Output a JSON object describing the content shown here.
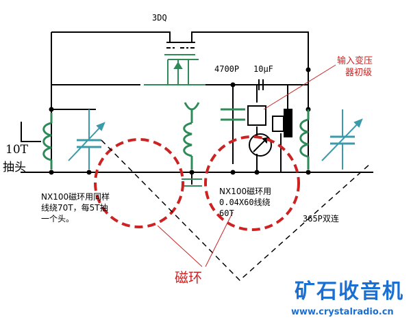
{
  "labels": {
    "transistor": "3DQ",
    "cap_4700": "4700P",
    "cap_10uf": "10μF",
    "transformer_line1": "输入变压",
    "transformer_line2": "器初级",
    "tap_line1": "10T",
    "tap_line2": "抽头",
    "left_note_line1": "NX100磁环用同样",
    "left_note_line2": "线绕70T，每5T抽",
    "left_note_line3": "一个头。",
    "right_note_line1": "NX100磁环用",
    "right_note_line2": "0.04X60线绕",
    "right_note_line3": "60T",
    "dual_cap": "365P双连",
    "toroid": "磁环",
    "watermark_cn": "矿石收音机",
    "watermark_url": "www.crystalradio.cn"
  },
  "colors": {
    "wire": "#000000",
    "component": "#2e8b57",
    "variable_cap": "#3a9aaa",
    "annotation_red": "#cc2222",
    "watermark": "#1a6fd0"
  }
}
